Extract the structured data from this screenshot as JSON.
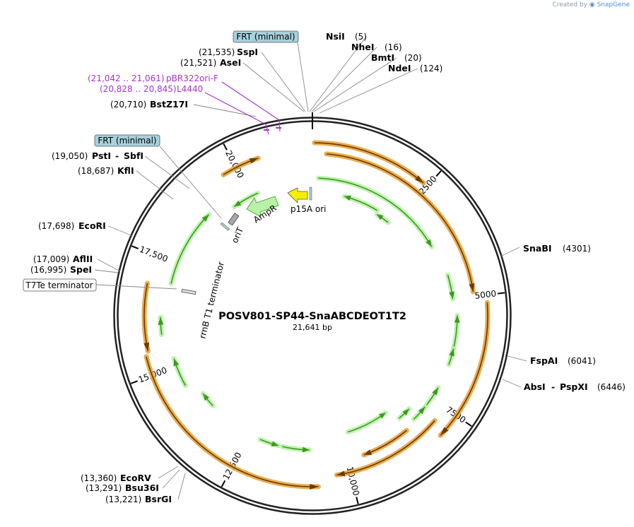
{
  "credit": {
    "prefix": "Created by",
    "brand": "SnapGene"
  },
  "plasmid": {
    "name": "POSV801-SP44-SnaABCDEOT1T2",
    "length_label": "21,641 bp",
    "length": 21641
  },
  "ticks": [
    {
      "pos": 2500,
      "label": "2500"
    },
    {
      "pos": 5000,
      "label": "5000"
    },
    {
      "pos": 7500,
      "label": "7500"
    },
    {
      "pos": 10000,
      "label": "10,000"
    },
    {
      "pos": 12500,
      "label": "12,500"
    },
    {
      "pos": 15000,
      "label": "15,000"
    },
    {
      "pos": 17500,
      "label": "17,500"
    },
    {
      "pos": 20000,
      "label": "20,000"
    }
  ],
  "sites_top": [
    {
      "name": "NsiI",
      "pos_label": "(5)",
      "pos": 5
    },
    {
      "name": "NheI",
      "pos_label": "(16)",
      "pos": 16
    },
    {
      "name": "BmtI",
      "pos_label": "(20)",
      "pos": 20
    },
    {
      "name": "NdeI",
      "pos_label": "(124)",
      "pos": 124
    }
  ],
  "sites_left_top": [
    {
      "name": "SspI",
      "pos_label": "(21,535)",
      "pos": 21535
    },
    {
      "name": "AseI",
      "pos_label": "(21,521)",
      "pos": 21521
    },
    {
      "name": "BstZ17I",
      "pos_label": "(20,710)",
      "pos": 20710
    }
  ],
  "primers": [
    {
      "name": "pBR322ori-F",
      "range_label": "(21,042 .. 21,061)",
      "pos": 21050
    },
    {
      "name": "L4440",
      "range_label": "(20,828 .. 20,845)",
      "pos": 20836
    }
  ],
  "sites_left": [
    {
      "name": "PstI",
      "name2": "SbfI",
      "pos_label": "(19,050)",
      "pos": 19050
    },
    {
      "name": "KflI",
      "pos_label": "(18,687)",
      "pos": 18687
    },
    {
      "name": "EcoRI",
      "pos_label": "(17,698)",
      "pos": 17698
    },
    {
      "name": "AflII",
      "pos_label": "(17,009)",
      "pos": 17009
    },
    {
      "name": "SpeI",
      "pos_label": "(16,995)",
      "pos": 16995
    }
  ],
  "sites_right": [
    {
      "name": "SnaBI",
      "pos_label": "(4301)",
      "pos": 4301
    },
    {
      "name": "FspAI",
      "pos_label": "(6041)",
      "pos": 6041
    },
    {
      "name": "AbsI",
      "name2": "PspXI",
      "pos_label": "(6446)",
      "pos": 6446
    }
  ],
  "sites_bottom": [
    {
      "name": "EcoRV",
      "pos_label": "(13,360)",
      "pos": 13360
    },
    {
      "name": "Bsu36I",
      "pos_label": "(13,291)",
      "pos": 13291
    },
    {
      "name": "BsrGI",
      "pos_label": "(13,221)",
      "pos": 13221
    }
  ],
  "boxed_labels": {
    "frt_top": "FRT (minimal)",
    "frt_left": "FRT (minimal)",
    "t7te": "T7Te terminator"
  },
  "feature_labels": {
    "p15a": "p15A ori",
    "ampr": "AmpR",
    "orit": "oriT",
    "rrnb": "rrnB T1 terminator"
  },
  "colors": {
    "orange": "#e8a33c",
    "green_fill": "#b8f2a8",
    "green_stroke": "#3d9b1c",
    "primer": "#a335c9",
    "frt_box": "#a7d1dc",
    "yellow": "#f5f000",
    "grey": "#a9a9a9"
  }
}
